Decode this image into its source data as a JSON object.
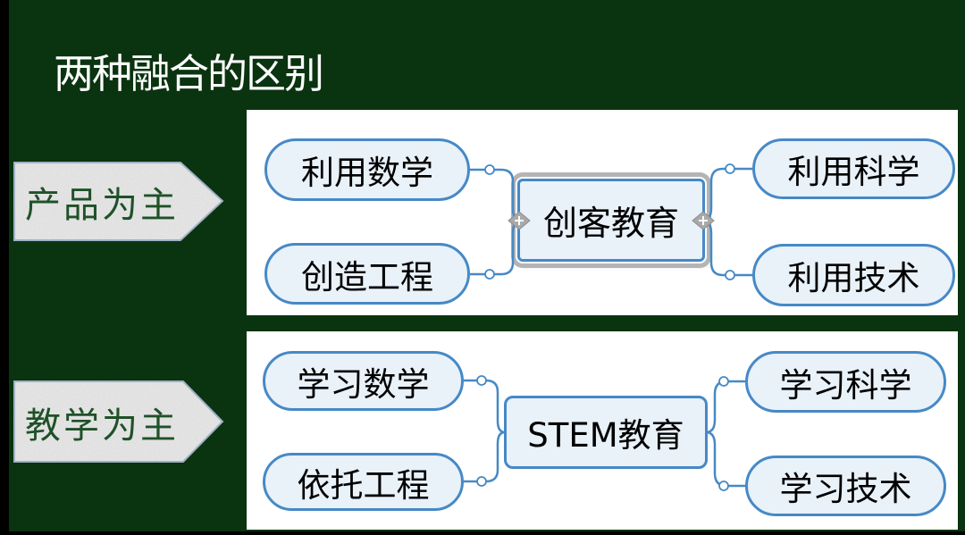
{
  "title": "两种融合的区别",
  "colors": {
    "slide_background": "#0a3310",
    "panel_background": "#ffffff",
    "node_border_blue": "#4689c6",
    "node_fill_blue": "#e9f1f9",
    "connector_blue": "#4689c6",
    "arrow_fill_gray": "#ececec",
    "arrow_text_green": "#1f5128",
    "title_text": "#fbfbfb",
    "center_frame_gray": "#b4b4b4",
    "edge_strip_black": "#000000"
  },
  "sections": [
    {
      "label": "产品为主",
      "map": {
        "center": "创客教育",
        "left": [
          "利用数学",
          "创造工程"
        ],
        "right": [
          "利用科学",
          "利用技术"
        ]
      }
    },
    {
      "label": "教学为主",
      "map": {
        "center": "STEM教育",
        "left": [
          "学习数学",
          "依托工程"
        ],
        "right": [
          "学习科学",
          "学习技术"
        ]
      }
    }
  ]
}
